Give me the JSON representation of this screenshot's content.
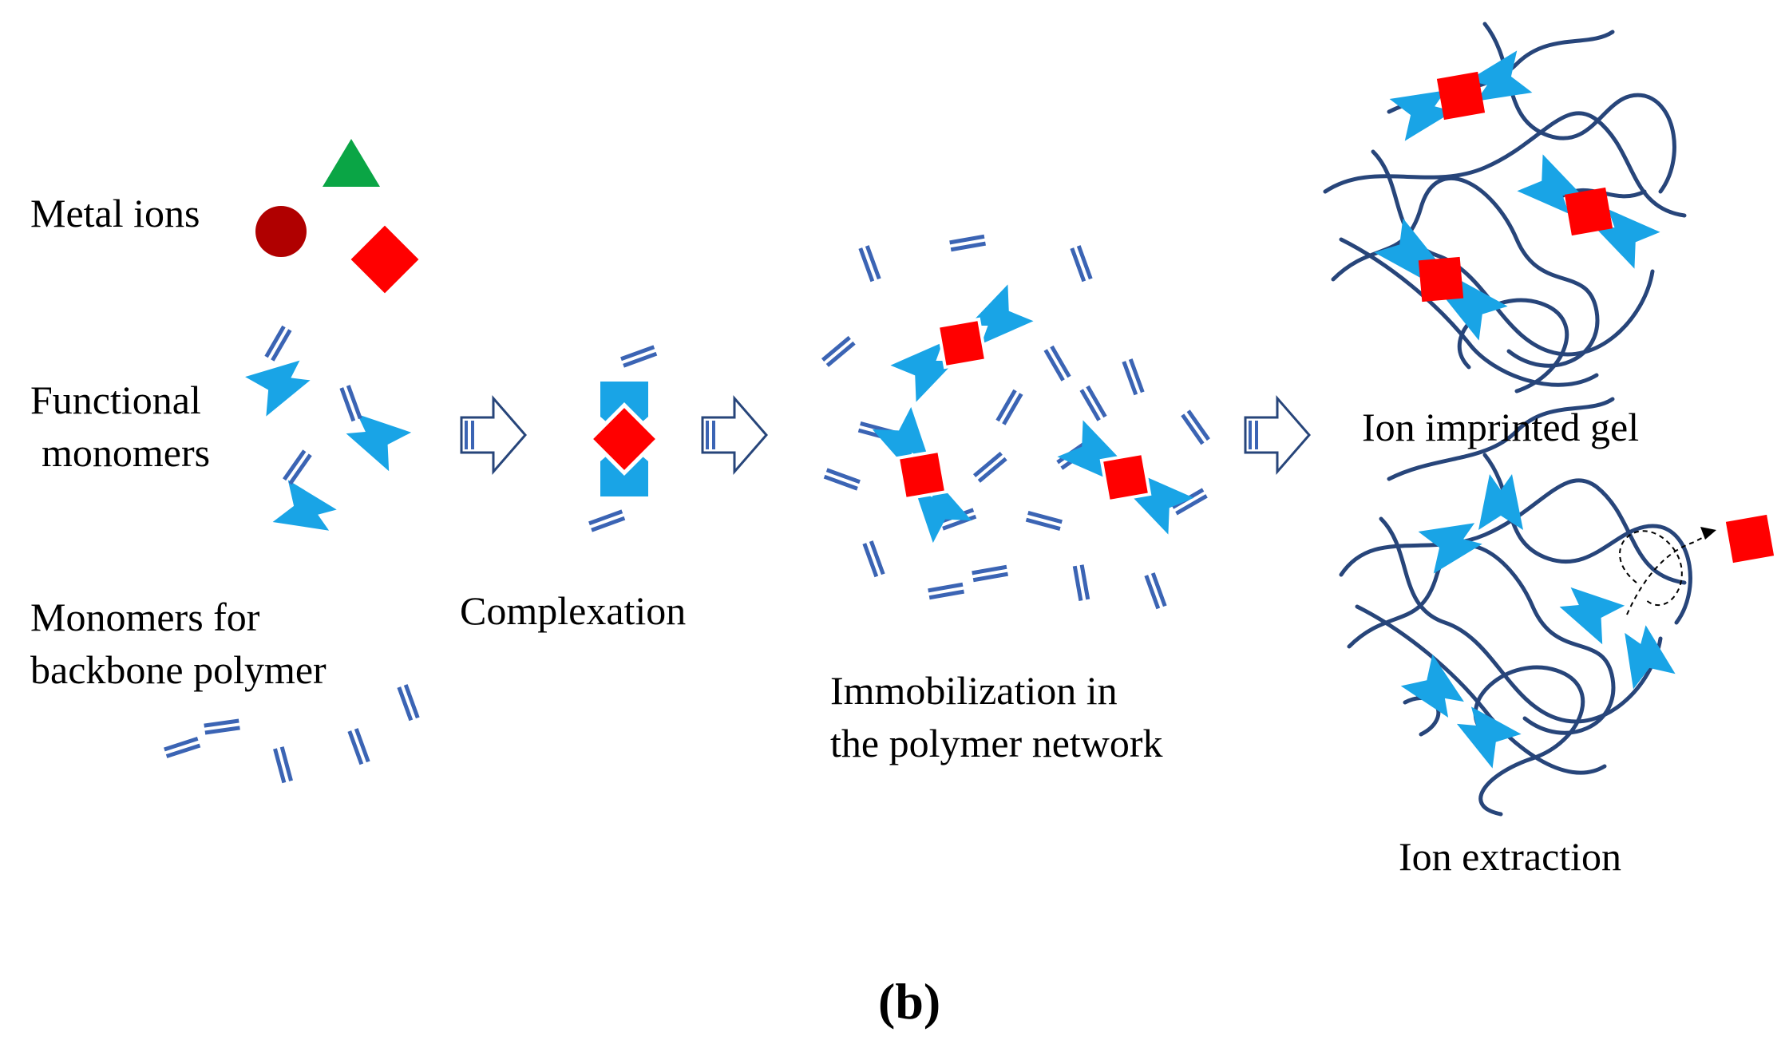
{
  "labels": {
    "metal_ions": "Metal ions",
    "functional_monomers_1": "Functional",
    "functional_monomers_2": "monomers",
    "backbone_monomers_1": "Monomers for",
    "backbone_monomers_2": "backbone polymer",
    "complexation": "Complexation",
    "immobilization_1": "Immobilization in",
    "immobilization_2": "the polymer network",
    "ion_imprinted_gel": "Ion imprinted gel",
    "ion_extraction": "Ion extraction"
  },
  "caption": "(b)",
  "colors": {
    "monomer_line": "#3b64b4",
    "functional_monomer": "#19a4e6",
    "ion_diamond": "#ff0000",
    "ion_circle": "#b00000",
    "ion_triangle": "#0aa545",
    "polymer_chain": "#27457a",
    "arrow_outline": "#27457a"
  }
}
